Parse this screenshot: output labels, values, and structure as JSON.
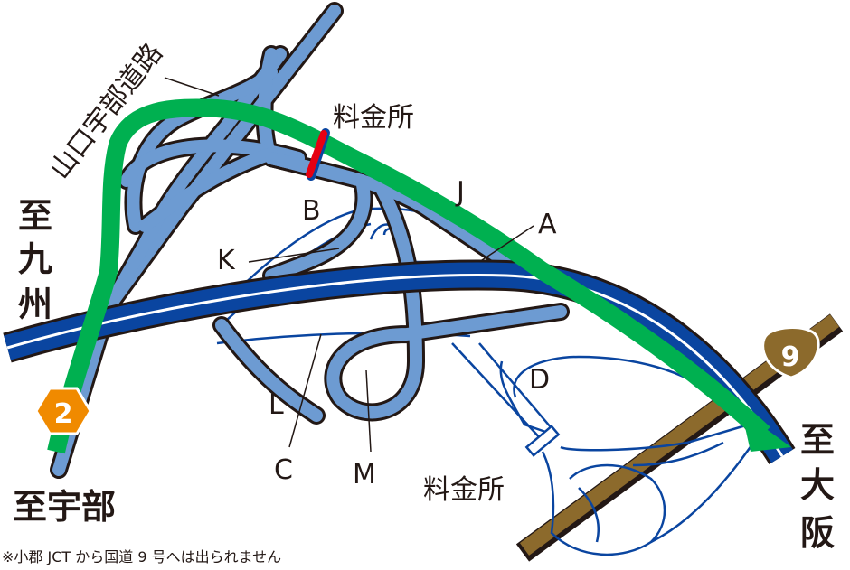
{
  "map": {
    "colors": {
      "expressway": "#0a45a0",
      "ramp_fill": "#6d9bd2",
      "outline": "#231815",
      "route_highlight": "#00b050",
      "tollgate_active": "#e60012",
      "national_route_9": "#8c6a2c",
      "route_2_shield": "#f08a00",
      "minor_road_line": "#0a45a0"
    },
    "direction_labels": {
      "to_kyushu": [
        "至",
        "九",
        "州"
      ],
      "to_ube": "至宇部",
      "to_osaka": [
        "至",
        "大",
        "阪"
      ]
    },
    "road_labels": {
      "yamaguchi_ube_road": "山口宇部道路"
    },
    "toll_labels": {
      "upper": "料金所",
      "lower": "料金所"
    },
    "ramp_letters": {
      "A": "A",
      "B": "B",
      "C": "C",
      "D": "D",
      "J": "J",
      "K": "K",
      "L": "L",
      "M": "M"
    },
    "shields": {
      "national_route": "9",
      "prefectural_route": "2"
    },
    "footnote": "※小郡 JCT から国道 9 号へは出られません"
  }
}
